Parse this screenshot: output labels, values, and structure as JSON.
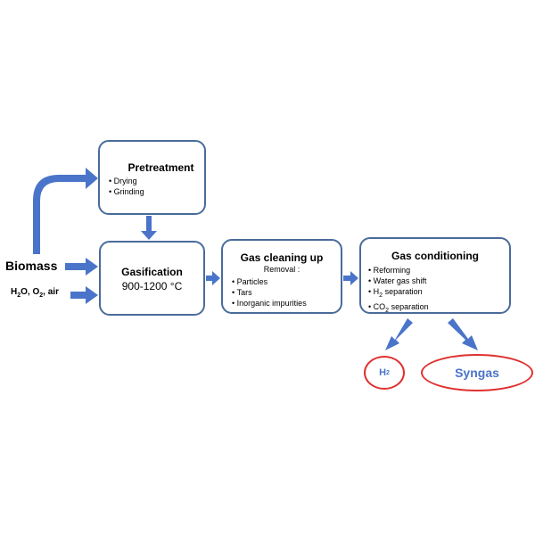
{
  "colors": {
    "arrow": "#4a74c9",
    "box_border": "#4a6b9a",
    "product_border": "#e03030",
    "product_text": "#4a74c9"
  },
  "inputs": {
    "biomass": "Biomass",
    "gas_inputs": {
      "a": "H",
      "b": "O, O",
      "c": ", air",
      "sub1": "2",
      "sub2": "2"
    }
  },
  "pretreatment": {
    "title": "Pretreatment",
    "items": [
      "Drying",
      "Grinding"
    ]
  },
  "gasification": {
    "title": "Gasification",
    "temperature": "900-1200 °C"
  },
  "gas_cleaning": {
    "title": "Gas cleaning up",
    "subtitle": "Removal :",
    "items": [
      "Particles",
      "Tars",
      "Inorganic impurities"
    ]
  },
  "gas_conditioning": {
    "title": "Gas conditioning",
    "items": [
      {
        "text": "Reforming"
      },
      {
        "text": "Water gas  shift"
      },
      {
        "pre": "H",
        "sub": "2",
        "post": " separation"
      },
      {
        "pre": "CO",
        "sub": "2",
        "post": " separation"
      }
    ]
  },
  "products": {
    "h2": {
      "pre": "H",
      "sub": "2"
    },
    "syngas": "Syngas"
  }
}
